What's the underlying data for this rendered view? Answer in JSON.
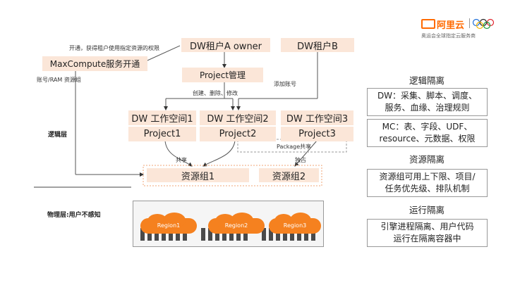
{
  "logo": {
    "brand": "阿里云",
    "tagline": "奥运会全球指定云服务商",
    "brand_color": "#ff6a00"
  },
  "left_labels": {
    "logical_layer": "逻辑层",
    "physical_layer": "物理层:用户不感知"
  },
  "annotations": {
    "open_note": "开通，获得租户使用指定资源的权限",
    "account_note": "账号/RAM 资源组",
    "crud_note": "创建、删除、修改",
    "add_account": "添加账号",
    "package_share": "Package共享",
    "shared": "共享",
    "exclusive": "独占"
  },
  "nodes": {
    "tenant_a": "DW租户A owner",
    "tenant_b": "DW租户B",
    "maxcompute": "MaxCompute服务开通",
    "project_mgmt": "Project管理",
    "workspaces": [
      {
        "name": "DW 工作空间1",
        "project": "Project1"
      },
      {
        "name": "DW 工作空间2",
        "project": "Project2"
      },
      {
        "name": "DW 工作空间3",
        "project": "Project3"
      }
    ],
    "resource_groups": [
      "资源组1",
      "资源组2"
    ],
    "regions": [
      "Region1",
      "Region2",
      "Region3"
    ]
  },
  "right_panel": {
    "logical_isolation": {
      "heading": "逻辑隔离",
      "items": [
        [
          "DW：采集、脚本、调度、",
          "服务、血缘、治理规则"
        ],
        [
          "MC：表、字段、UDF、",
          "resource、元数据、权限"
        ]
      ]
    },
    "resource_isolation": {
      "heading": "资源隔离",
      "items": [
        [
          "资源组可用上下限、项目/",
          "任务优先级、排队机制"
        ]
      ]
    },
    "runtime_isolation": {
      "heading": "运行隔离",
      "items": [
        [
          "引擎进程隔离、用户代码",
          "运行在隔离容器中"
        ]
      ]
    }
  }
}
